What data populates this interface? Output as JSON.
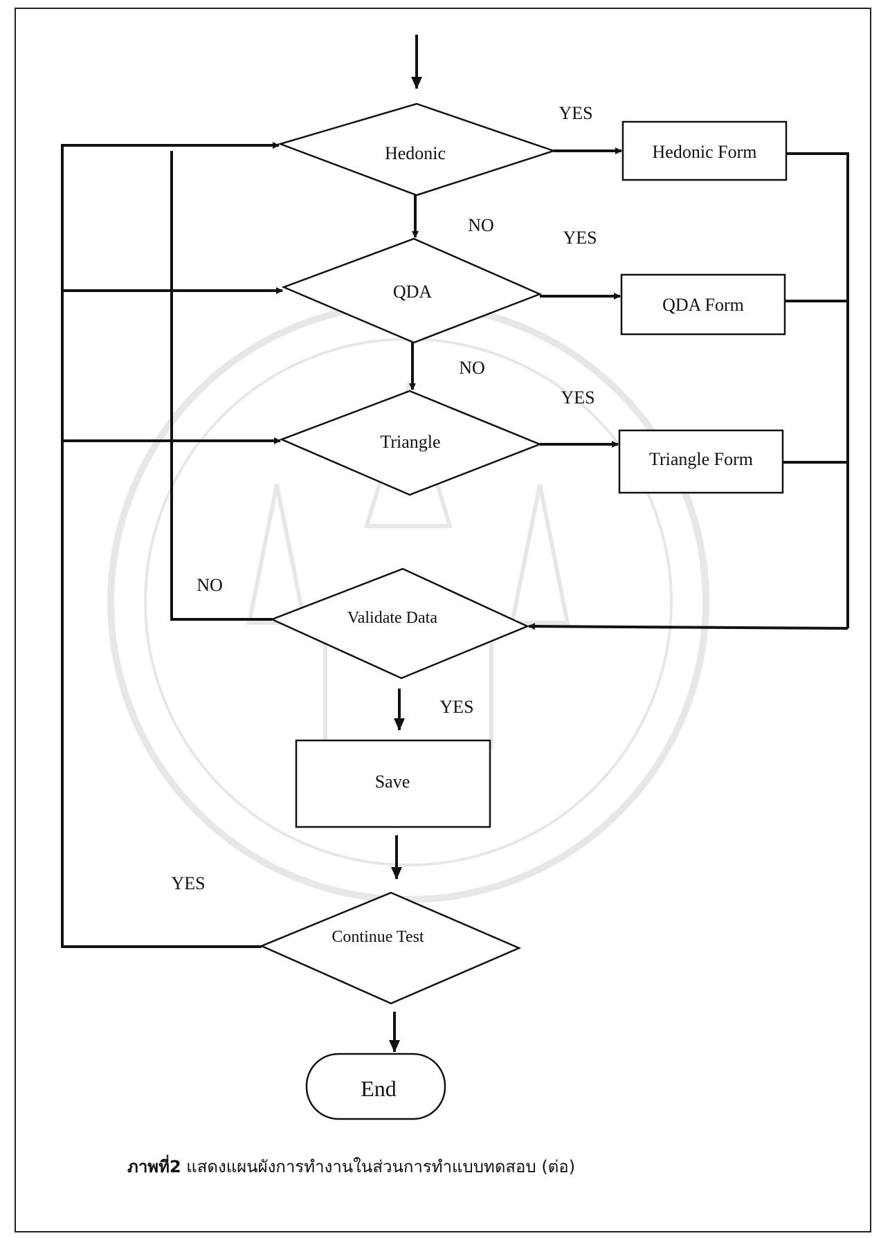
{
  "nodes": {
    "hedonic": "Hedonic",
    "qda": "QDA",
    "triangle": "Triangle",
    "hedonic_form": "Hedonic Form",
    "qda_form": "QDA Form",
    "triangle_form": "Triangle Form",
    "validate": "Validate Data",
    "save": "Save",
    "continue": "Continue Test",
    "end": "End"
  },
  "labels": {
    "yes_hedonic": "YES",
    "no_hedonic": "NO",
    "yes_qda": "YES",
    "no_qda": "NO",
    "yes_triangle": "YES",
    "no_validate": "NO",
    "yes_validate": "YES",
    "yes_continue": "YES"
  },
  "caption": {
    "prefix": "ภาพที่2",
    "text": " แสดงแผนผังการทำงานในส่วนการทำแบบทดสอบ (ต่อ)"
  }
}
